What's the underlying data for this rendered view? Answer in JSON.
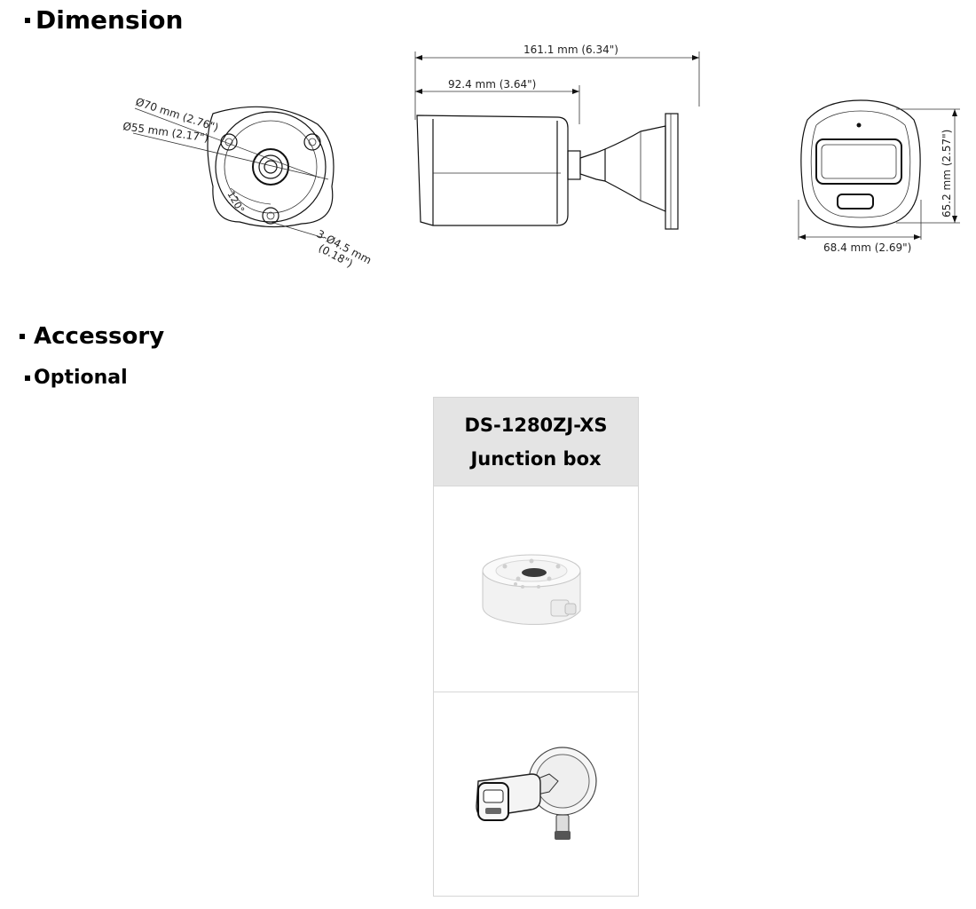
{
  "sections": {
    "dimension_title": "Dimension",
    "accessory_title": "Accessory",
    "optional_title": "Optional"
  },
  "dimensions": {
    "front": {
      "outer_diameter": "Ø70 mm (2.76\")",
      "inner_diameter": "Ø55 mm (2.17\")",
      "angle": "120°",
      "holes_line1": "3-Ø4.5 mm",
      "holes_line2": "(0.18\")"
    },
    "side": {
      "total_length": "161.1 mm (6.34\")",
      "body_length": "92.4 mm (3.64\")"
    },
    "rear": {
      "height": "65.2 mm (2.57\")",
      "width": "68.4 mm (2.69\")"
    }
  },
  "accessory": {
    "model": "DS-1280ZJ-XS",
    "name": "Junction box",
    "images": [
      "junction-box-photo",
      "camera-with-junction-box-photo"
    ]
  }
}
